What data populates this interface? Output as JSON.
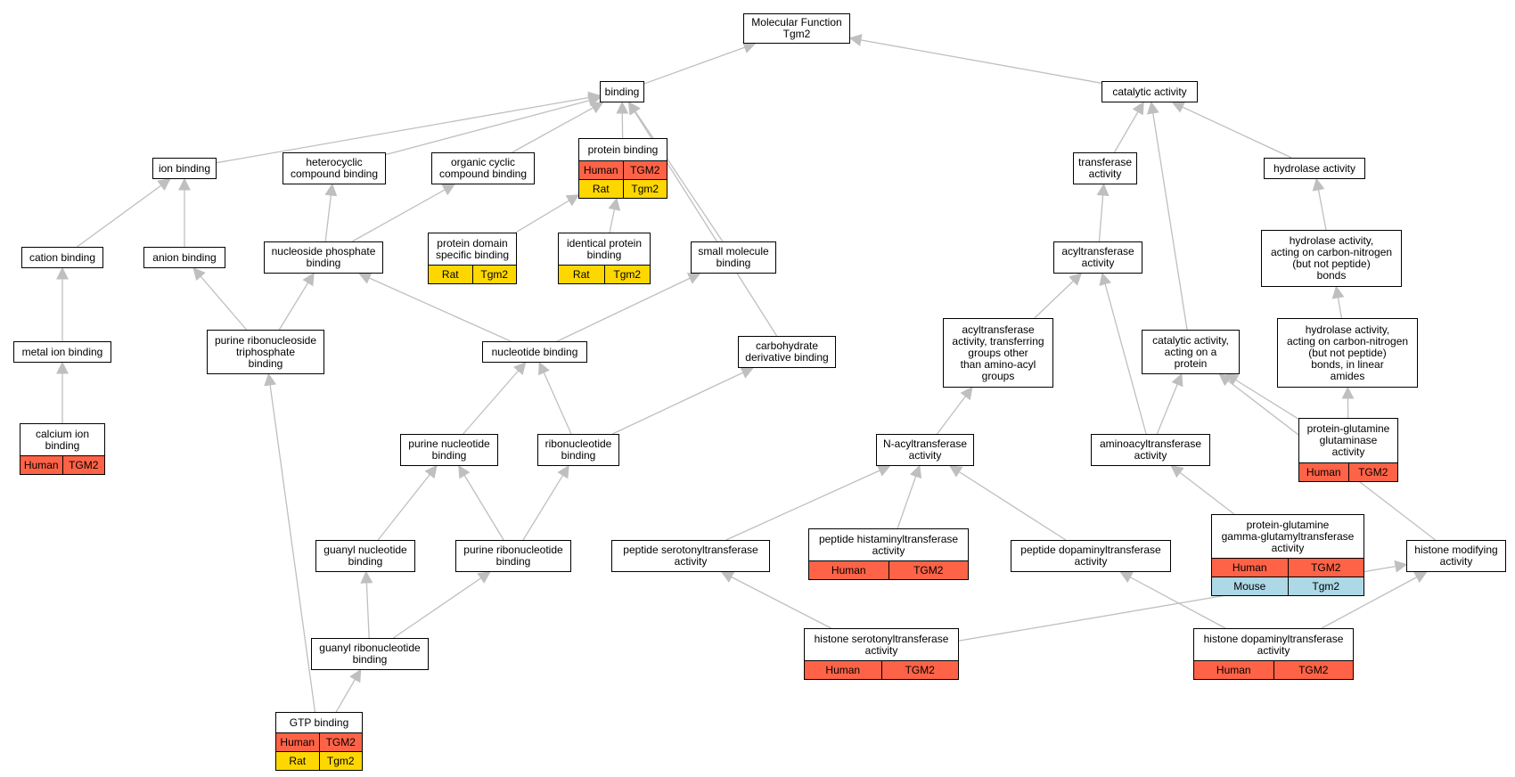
{
  "colors": {
    "human": "#ff6347",
    "rat": "#ffd700",
    "mouse": "#add8e6",
    "edge": "#bfbfbf"
  },
  "nodes": {
    "mf": {
      "label": "Molecular Function\nTgm2"
    },
    "binding": {
      "label": "binding"
    },
    "catalytic": {
      "label": "catalytic activity"
    },
    "ion_binding": {
      "label": "ion binding"
    },
    "heterocyclic": {
      "label": "heterocyclic\ncompound binding"
    },
    "organic_cyclic": {
      "label": "organic cyclic\ncompound binding"
    },
    "protein_binding": {
      "label": "protein binding",
      "ann": [
        [
          "Human",
          "TGM2"
        ],
        [
          "Rat",
          "Tgm2"
        ]
      ]
    },
    "transferase": {
      "label": "transferase\nactivity"
    },
    "hydrolase": {
      "label": "hydrolase activity"
    },
    "cation_binding": {
      "label": "cation binding"
    },
    "anion_binding": {
      "label": "anion binding"
    },
    "nucleoside_phosphate": {
      "label": "nucleoside phosphate\nbinding"
    },
    "protein_domain": {
      "label": "protein domain\nspecific binding",
      "ann": [
        [
          "Rat",
          "Tgm2"
        ]
      ]
    },
    "identical_protein": {
      "label": "identical protein\nbinding",
      "ann": [
        [
          "Rat",
          "Tgm2"
        ]
      ]
    },
    "small_molecule": {
      "label": "small molecule\nbinding"
    },
    "acyltransferase": {
      "label": "acyltransferase\nactivity"
    },
    "hydrolase_cn": {
      "label": "hydrolase activity,\nacting on carbon-nitrogen\n(but not peptide)\nbonds"
    },
    "metal_ion": {
      "label": "metal ion binding"
    },
    "purine_ribonucleoside_tp": {
      "label": "purine ribonucleoside\ntriphosphate\nbinding"
    },
    "nucleotide_binding": {
      "label": "nucleotide binding"
    },
    "carbohydrate_deriv": {
      "label": "carbohydrate\nderivative binding"
    },
    "acyltransferase_other": {
      "label": "acyltransferase\nactivity, transferring\ngroups other\nthan amino-acyl\ngroups"
    },
    "catalytic_protein": {
      "label": "catalytic activity,\nacting on a\nprotein"
    },
    "hydrolase_cn_linear": {
      "label": "hydrolase activity,\nacting on carbon-nitrogen\n(but not peptide)\nbonds, in linear\namides"
    },
    "calcium_ion": {
      "label": "calcium ion\nbinding",
      "ann": [
        [
          "Human",
          "TGM2"
        ]
      ]
    },
    "purine_nucleotide": {
      "label": "purine nucleotide\nbinding"
    },
    "ribonucleotide": {
      "label": "ribonucleotide\nbinding"
    },
    "n_acyltransferase": {
      "label": "N-acyltransferase\nactivity"
    },
    "aminoacyltransferase": {
      "label": "aminoacyltransferase\nactivity"
    },
    "protein_glutamine_glutaminase": {
      "label": "protein-glutamine\nglutaminase\nactivity",
      "ann": [
        [
          "Human",
          "TGM2"
        ]
      ]
    },
    "guanyl_nucleotide": {
      "label": "guanyl nucleotide\nbinding"
    },
    "purine_ribonucleotide": {
      "label": "purine ribonucleotide\nbinding"
    },
    "peptide_serotonyl": {
      "label": "peptide serotonyltransferase\nactivity"
    },
    "peptide_histaminyl": {
      "label": "peptide histaminyltransferase\nactivity",
      "ann": [
        [
          "Human",
          "TGM2"
        ]
      ]
    },
    "peptide_dopaminyl": {
      "label": "peptide dopaminyltransferase\nactivity"
    },
    "gamma_glutamyl": {
      "label": "protein-glutamine\ngamma-glutamyltransferase\nactivity",
      "ann": [
        [
          "Human",
          "TGM2"
        ],
        [
          "Mouse",
          "Tgm2"
        ]
      ]
    },
    "histone_modifying": {
      "label": "histone modifying\nactivity"
    },
    "guanyl_ribonucleotide": {
      "label": "guanyl ribonucleotide\nbinding"
    },
    "histone_serotonyl": {
      "label": "histone serotonyltransferase\nactivity",
      "ann": [
        [
          "Human",
          "TGM2"
        ]
      ]
    },
    "histone_dopaminyl": {
      "label": "histone dopaminyltransferase\nactivity",
      "ann": [
        [
          "Human",
          "TGM2"
        ]
      ]
    },
    "gtp_binding": {
      "label": "GTP binding",
      "ann": [
        [
          "Human",
          "TGM2"
        ],
        [
          "Rat",
          "Tgm2"
        ]
      ]
    }
  },
  "edges": [
    [
      "binding",
      "mf"
    ],
    [
      "catalytic",
      "mf"
    ],
    [
      "ion_binding",
      "binding"
    ],
    [
      "heterocyclic",
      "binding"
    ],
    [
      "organic_cyclic",
      "binding"
    ],
    [
      "protein_binding",
      "binding"
    ],
    [
      "small_molecule",
      "binding"
    ],
    [
      "carbohydrate_deriv",
      "binding"
    ],
    [
      "transferase",
      "catalytic"
    ],
    [
      "hydrolase",
      "catalytic"
    ],
    [
      "catalytic_protein",
      "catalytic"
    ],
    [
      "cation_binding",
      "ion_binding"
    ],
    [
      "anion_binding",
      "ion_binding"
    ],
    [
      "nucleoside_phosphate",
      "heterocyclic"
    ],
    [
      "nucleoside_phosphate",
      "organic_cyclic"
    ],
    [
      "protein_domain",
      "protein_binding"
    ],
    [
      "identical_protein",
      "protein_binding"
    ],
    [
      "acyltransferase",
      "transferase"
    ],
    [
      "hydrolase_cn",
      "hydrolase"
    ],
    [
      "metal_ion",
      "cation_binding"
    ],
    [
      "purine_ribonucleoside_tp",
      "anion_binding"
    ],
    [
      "purine_ribonucleoside_tp",
      "nucleoside_phosphate"
    ],
    [
      "nucleotide_binding",
      "nucleoside_phosphate"
    ],
    [
      "nucleotide_binding",
      "small_molecule"
    ],
    [
      "acyltransferase_other",
      "acyltransferase"
    ],
    [
      "aminoacyltransferase",
      "acyltransferase"
    ],
    [
      "hydrolase_cn_linear",
      "hydrolase_cn"
    ],
    [
      "calcium_ion",
      "metal_ion"
    ],
    [
      "purine_nucleotide",
      "nucleotide_binding"
    ],
    [
      "ribonucleotide",
      "nucleotide_binding"
    ],
    [
      "ribonucleotide",
      "carbohydrate_deriv"
    ],
    [
      "n_acyltransferase",
      "acyltransferase_other"
    ],
    [
      "aminoacyltransferase",
      "catalytic_protein"
    ],
    [
      "protein_glutamine_glutaminase",
      "hydrolase_cn_linear"
    ],
    [
      "protein_glutamine_glutaminase",
      "catalytic_protein"
    ],
    [
      "guanyl_nucleotide",
      "purine_nucleotide"
    ],
    [
      "purine_ribonucleotide",
      "purine_nucleotide"
    ],
    [
      "purine_ribonucleotide",
      "ribonucleotide"
    ],
    [
      "peptide_serotonyl",
      "n_acyltransferase"
    ],
    [
      "peptide_histaminyl",
      "n_acyltransferase"
    ],
    [
      "peptide_dopaminyl",
      "n_acyltransferase"
    ],
    [
      "gamma_glutamyl",
      "aminoacyltransferase"
    ],
    [
      "histone_modifying",
      "catalytic_protein"
    ],
    [
      "guanyl_ribonucleotide",
      "guanyl_nucleotide"
    ],
    [
      "guanyl_ribonucleotide",
      "purine_ribonucleotide"
    ],
    [
      "histone_serotonyl",
      "peptide_serotonyl"
    ],
    [
      "histone_serotonyl",
      "histone_modifying"
    ],
    [
      "histone_dopaminyl",
      "peptide_dopaminyl"
    ],
    [
      "histone_dopaminyl",
      "histone_modifying"
    ],
    [
      "gtp_binding",
      "guanyl_ribonucleotide"
    ],
    [
      "gtp_binding",
      "purine_ribonucleoside_tp"
    ]
  ]
}
